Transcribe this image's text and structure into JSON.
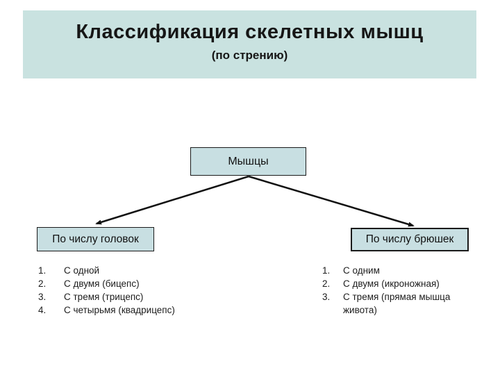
{
  "slide": {
    "title_line1": "Классификация скелетных мышц",
    "title_line2": "(по стрению)"
  },
  "diagram": {
    "root_box": "Мышцы",
    "left": {
      "box": "По числу головок",
      "items": [
        {
          "num": "1.",
          "text": "С одной"
        },
        {
          "num": "2.",
          "text": "С двумя (бицепс)"
        },
        {
          "num": "3.",
          "text": "С тремя (трицепс)"
        },
        {
          "num": "4.",
          "text": "С четырьмя (квадрицепс)"
        }
      ]
    },
    "right": {
      "box": "По числу брюшек",
      "items": [
        {
          "num": "1.",
          "text": "С одним"
        },
        {
          "num": "2.",
          "text": "С двумя (икроножная)"
        },
        {
          "num": "3.",
          "text": "С тремя (прямая мышца живота)"
        }
      ]
    }
  },
  "colors": {
    "banner_bg": "#c9e2e0",
    "box_bg": "#c8dfe2",
    "connector": "#111111",
    "text": "#161616"
  }
}
